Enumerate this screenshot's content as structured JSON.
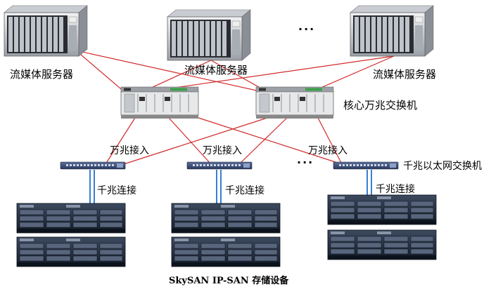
{
  "labels": {
    "server_left": "流媒体服务器",
    "server_mid": "流媒体服务器",
    "server_right": "流媒体服务器",
    "core_switch": "核心万兆交换机",
    "tengig_1": "万兆接入",
    "tengig_2": "万兆接入",
    "tengig_3": "万兆接入",
    "gig_switch": "千兆以太网交换机",
    "gig_link_1": "千兆连接",
    "gig_link_2": "千兆连接",
    "gig_link_3": "千兆连接",
    "storage_caption": "SkySAN IP-SAN 存储设备",
    "ellipsis_top": "···",
    "ellipsis_bottom": "···"
  },
  "colors": {
    "link_red": "#d22a2a",
    "link_blue": "#3a7fd0",
    "server_body": "#d8dbe0",
    "storage_body": "#1e2a3c",
    "switch_body": "#3c4f7a"
  }
}
